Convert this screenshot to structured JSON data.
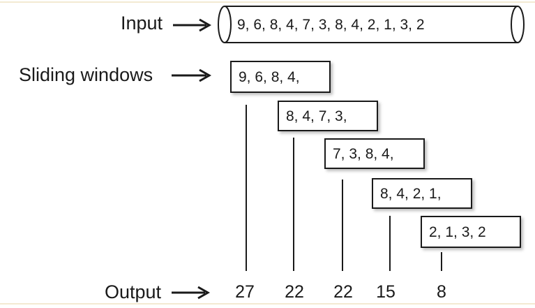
{
  "labels": {
    "input": "Input",
    "sliding_windows": "Sliding windows",
    "output": "Output"
  },
  "input_values": "9,  6,  8,  4,  7,  3,  8,  4,  2,  1,  3,  2",
  "windows": [
    "9,  6,  8,  4,",
    "8,  4,  7,  3,",
    "7,  3,  8,  4,",
    "8,  4,  2,  1,",
    "2,  1,  3,  2"
  ],
  "outputs": [
    "27",
    "22",
    "22",
    "15",
    "8"
  ],
  "colors": {
    "ink": "#1a1a1a",
    "frame": "#f3ead2"
  }
}
